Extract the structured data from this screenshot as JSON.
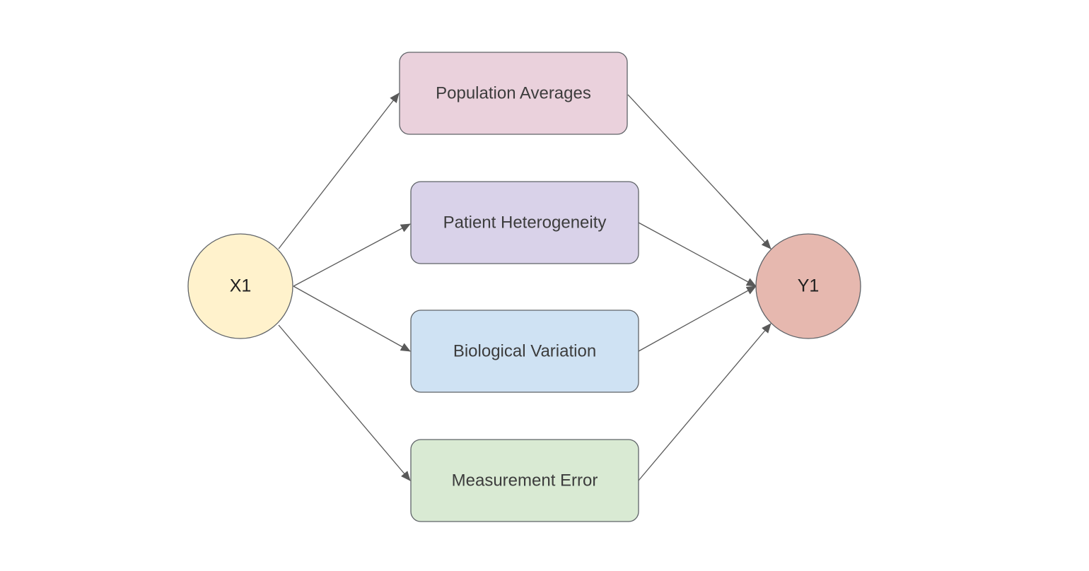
{
  "nodes": {
    "x1": {
      "label": "X1",
      "color": "#fff2cc"
    },
    "y1": {
      "label": "Y1",
      "color": "#e6b8af"
    },
    "population_averages": {
      "label": "Population Averages",
      "color": "#ead1dc"
    },
    "patient_heterogeneity": {
      "label": "Patient Heterogeneity",
      "color": "#d9d2e9"
    },
    "biological_variation": {
      "label": "Biological Variation",
      "color": "#cfe2f3"
    },
    "measurement_error": {
      "label": "Measurement Error",
      "color": "#d9ead3"
    }
  },
  "edges": [
    {
      "from": "x1",
      "to": "population_averages"
    },
    {
      "from": "x1",
      "to": "patient_heterogeneity"
    },
    {
      "from": "x1",
      "to": "biological_variation"
    },
    {
      "from": "x1",
      "to": "measurement_error"
    },
    {
      "from": "population_averages",
      "to": "y1"
    },
    {
      "from": "patient_heterogeneity",
      "to": "y1"
    },
    {
      "from": "biological_variation",
      "to": "y1"
    },
    {
      "from": "measurement_error",
      "to": "y1"
    }
  ],
  "colors": {
    "stroke": "#5f6368",
    "edge": "#595959"
  }
}
